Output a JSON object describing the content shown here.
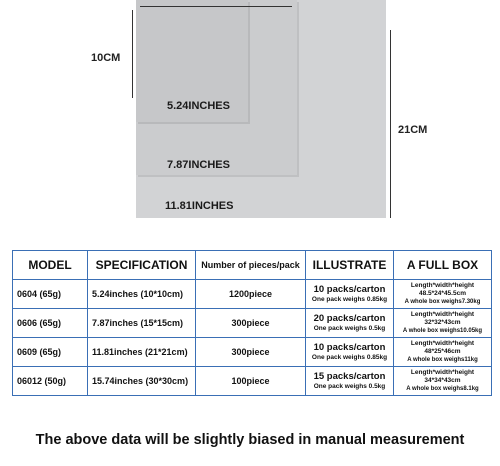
{
  "figure": {
    "dim_10cm": "10CM",
    "dim_21cm": "21CM",
    "label_small": "5.24INCHES",
    "label_medium": "7.87INCHES",
    "label_large": "11.81INCHES"
  },
  "table": {
    "headers": [
      "MODEL",
      "SPECIFICATION",
      "Number of pieces/pack",
      "ILLUSTRATE",
      "A FULL BOX"
    ],
    "rows": [
      {
        "model": "0604 (65g)",
        "spec": "5.24inches (10*10cm)",
        "pieces": "1200piece",
        "illustrate_main": "10 packs/carton",
        "illustrate_sub": "One pack weighs 0.85kg",
        "box_l1": "Length*width*height",
        "box_l2": "48.5*24*45.5cm",
        "box_l3": "A whole box weighs7.30kg"
      },
      {
        "model": "0606 (65g)",
        "spec": "7.87inches (15*15cm)",
        "pieces": "300piece",
        "illustrate_main": "20 packs/carton",
        "illustrate_sub": "One pack weighs 0.5kg",
        "box_l1": "Length*width*height",
        "box_l2": "32*32*43cm",
        "box_l3": "A whole box weighs10.05kg"
      },
      {
        "model": "0609 (65g)",
        "spec": "11.81inches (21*21cm)",
        "pieces": "300piece",
        "illustrate_main": "10 packs/carton",
        "illustrate_sub": "One pack weighs 0.85kg",
        "box_l1": "Length*width*height",
        "box_l2": "48*25*46cm",
        "box_l3": "A whole box weighs11kg"
      },
      {
        "model": "06012 (50g)",
        "spec": "15.74inches (30*30cm)",
        "pieces": "100piece",
        "illustrate_main": "15 packs/carton",
        "illustrate_sub": "One pack weighs 0.5kg",
        "box_l1": "Length*width*height",
        "box_l2": "34*34*43cm",
        "box_l3": "A whole box weighs8.1kg"
      }
    ]
  },
  "footer": "The above data will be slightly biased in manual measurement"
}
